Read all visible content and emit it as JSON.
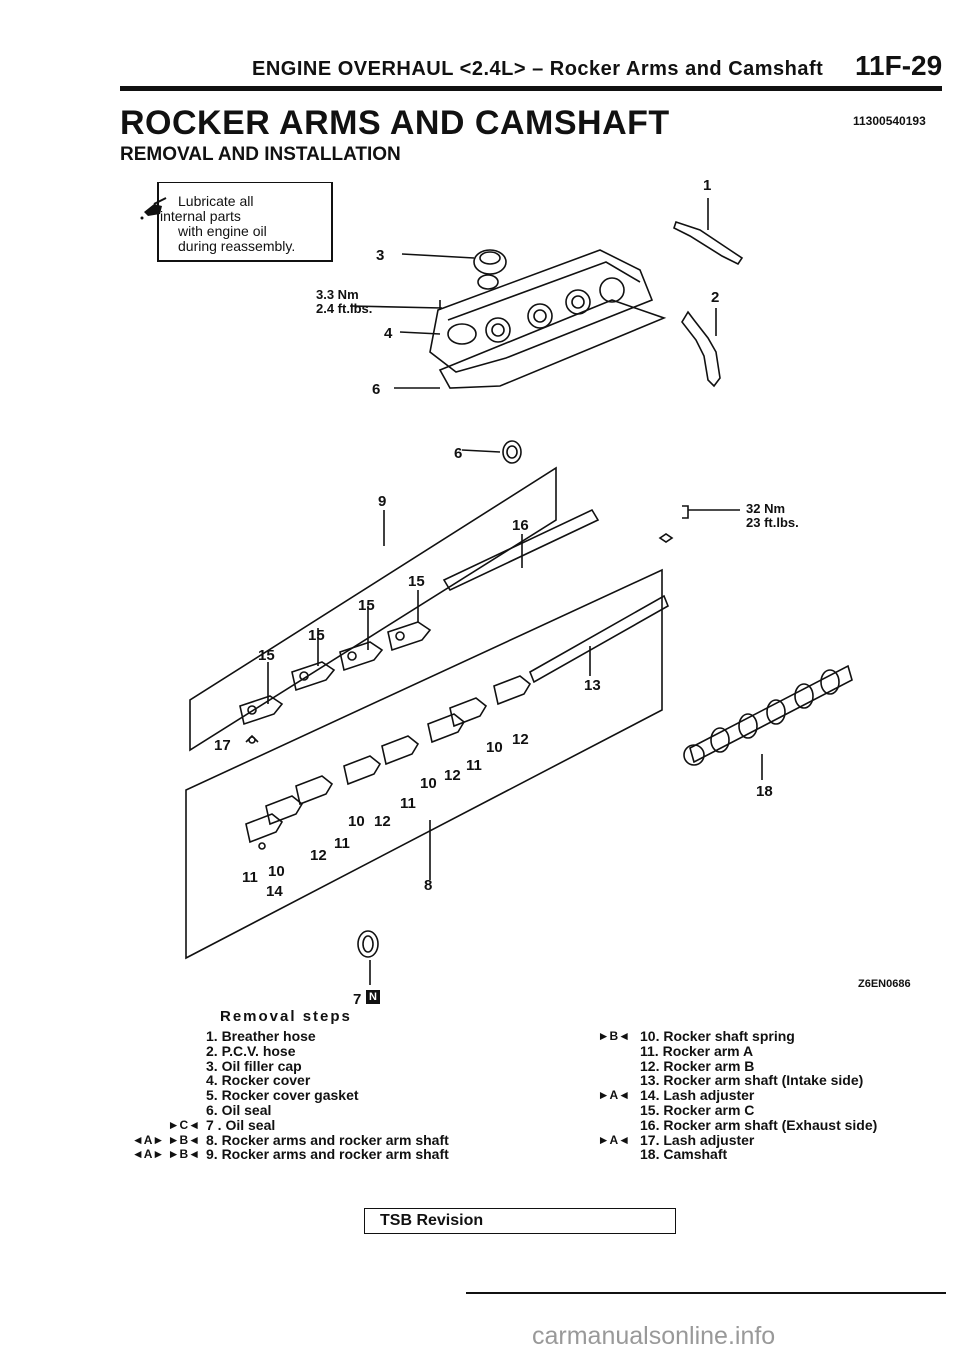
{
  "header": {
    "title": "ENGINE OVERHAUL <2.4L> – Rocker Arms and Camshaft",
    "page_number": "11F-29"
  },
  "section": {
    "title": "ROCKER ARMS AND CAMSHAFT",
    "code": "11300540193",
    "subtitle": "REMOVAL AND INSTALLATION"
  },
  "lube_note": {
    "line1": "Lubricate all",
    "line2": "internal parts",
    "line3": "with engine oil",
    "line4": "during reassembly."
  },
  "diagram": {
    "torque_cover": {
      "nm": "3.3 Nm",
      "ft": "2.4 ft.lbs."
    },
    "torque_shaft": {
      "nm": "32 Nm",
      "ft": "23 ft.lbs."
    },
    "figure_code": "Z6EN0686",
    "callouts": [
      "1",
      "2",
      "3",
      "4",
      "6",
      "6",
      "9",
      "16",
      "15",
      "15",
      "15",
      "15",
      "13",
      "17",
      "10",
      "12",
      "11",
      "10",
      "12",
      "11",
      "10",
      "12",
      "11",
      "12",
      "11",
      "10",
      "14",
      "8",
      "18",
      "7"
    ],
    "new_part_mark": "N"
  },
  "removal": {
    "title": "Removal steps",
    "left": [
      {
        "mark": "",
        "text": "1. Breather hose"
      },
      {
        "mark": "",
        "text": "2. P.C.V. hose"
      },
      {
        "mark": "",
        "text": "3. Oil filler cap"
      },
      {
        "mark": "",
        "text": "4. Rocker cover"
      },
      {
        "mark": "",
        "text": "5. Rocker cover gasket"
      },
      {
        "mark": "",
        "text": "6. Oil seal"
      },
      {
        "mark": "►C◄",
        "text": "7 . Oil seal"
      },
      {
        "mark": "◄A► ►B◄",
        "text": "8. Rocker arms and rocker arm shaft"
      },
      {
        "mark": "◄A► ►B◄",
        "text": "9. Rocker arms and rocker arm shaft"
      }
    ],
    "right": [
      {
        "mark": "►B◄",
        "text": "10. Rocker shaft spring"
      },
      {
        "mark": "",
        "text": "11. Rocker arm A"
      },
      {
        "mark": "",
        "text": "12. Rocker arm B"
      },
      {
        "mark": "",
        "text": "13. Rocker arm shaft (Intake side)"
      },
      {
        "mark": "►A◄",
        "text": "14. Lash adjuster"
      },
      {
        "mark": "",
        "text": "15. Rocker arm C"
      },
      {
        "mark": "",
        "text": "16. Rocker arm shaft (Exhaust side)"
      },
      {
        "mark": "►A◄",
        "text": "17. Lash adjuster"
      },
      {
        "mark": "",
        "text": "18. Camshaft"
      }
    ]
  },
  "footer": {
    "tsb": "TSB Revision",
    "watermark": "carmanualsonline.info"
  }
}
